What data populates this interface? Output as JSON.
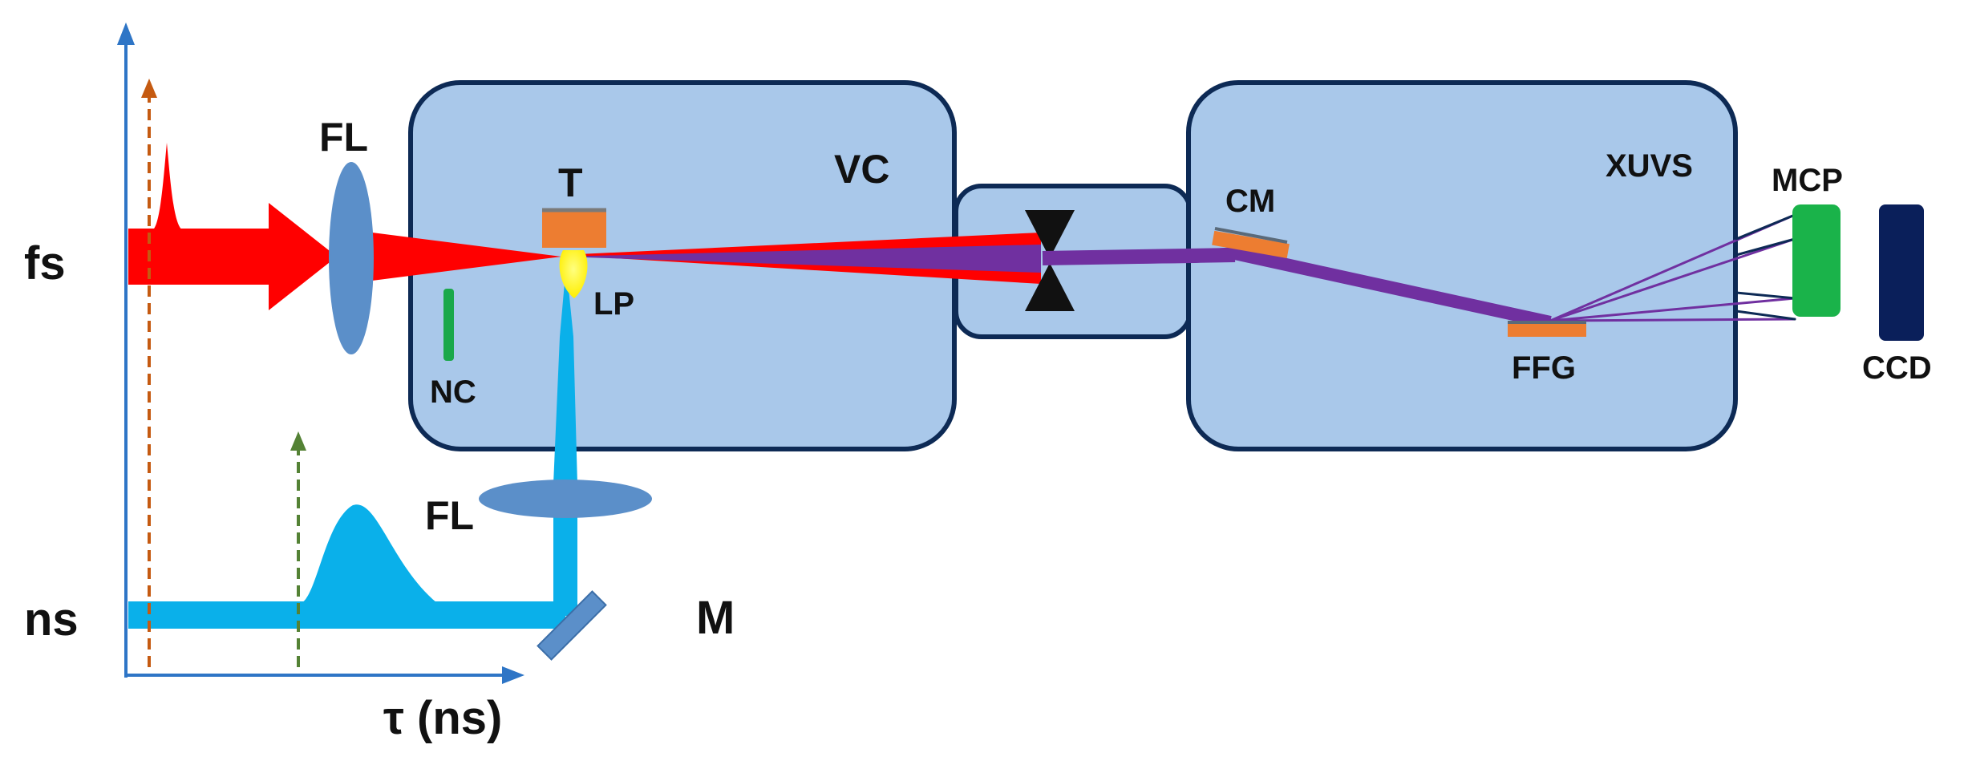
{
  "labels": {
    "fs": "fs",
    "ns": "ns",
    "tau_axis": "τ (ns)",
    "focusing_lens_top": "FL",
    "focusing_lens_bottom": "FL",
    "vacuum_chamber": "VC",
    "target": "T",
    "laser_plasma": "LP",
    "nc": "NC",
    "mirror": "M",
    "xuv_spectrometer": "XUVS",
    "cylindrical_mirror": "CM",
    "grating": "FFG",
    "mcp": "MCP",
    "ccd": "CCD"
  },
  "colors": {
    "chamber_fill": "#a9c8ea",
    "chamber_stroke": "#0d2a55",
    "fs_beam": "#ff0000",
    "ns_beam": "#0ab0ea",
    "harmonic_beam": "#7030a0",
    "lens": "#5b8fc9",
    "target": "#ed7d31",
    "plasma": "#ffff00",
    "nc_plate": "#1aa84a",
    "mcp": "#1ab34a",
    "ccd": "#0a1f5a",
    "axis": "#2e75c6",
    "marker_fs": "#c55a11",
    "marker_ns": "#548235"
  }
}
